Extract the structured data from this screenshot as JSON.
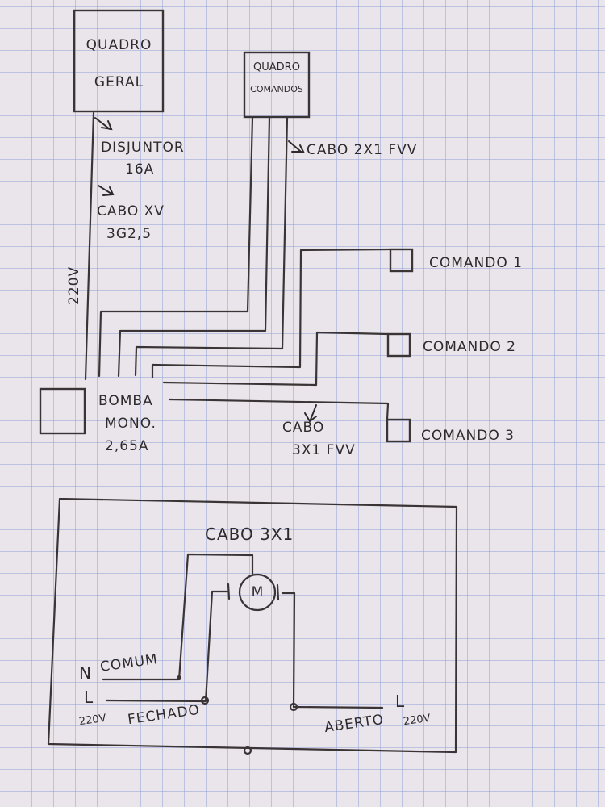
{
  "diagram": {
    "paper": {
      "background": "#e9e5ea",
      "grid_color": "#96a5d7",
      "ink_color": "#3a3436"
    },
    "quadro_geral": {
      "line1": "QUADRO",
      "line2": "GERAL"
    },
    "quadro_comandos": {
      "line1": "QUADRO",
      "line2": "COMANDOS"
    },
    "main_supply": {
      "breaker": {
        "label": "DISJUNTOR",
        "rating": "16A"
      },
      "cable": {
        "label": "CABO XV",
        "spec": "3G2,5"
      },
      "voltage": "220V"
    },
    "command_cable": {
      "label": "CABO 2X1 FVV"
    },
    "commands": [
      {
        "label": "COMANDO 1"
      },
      {
        "label": "COMANDO 2"
      },
      {
        "label": "COMANDO 3"
      }
    ],
    "pump": {
      "line1": "BOMBA",
      "line2": "MONO.",
      "line3": "2,65A"
    },
    "pump_cable": {
      "line1": "CABO",
      "line2": "3X1 FVV"
    },
    "motor_circuit": {
      "cable_label": "CABO 3X1",
      "motor_symbol": "M",
      "neutral": {
        "letter": "N",
        "label": "COMUM"
      },
      "line_left": {
        "letter": "L",
        "voltage": "220V",
        "label": "FECHADO"
      },
      "line_right": {
        "letter": "L",
        "voltage": "220V",
        "label": "ABERTO"
      }
    }
  }
}
